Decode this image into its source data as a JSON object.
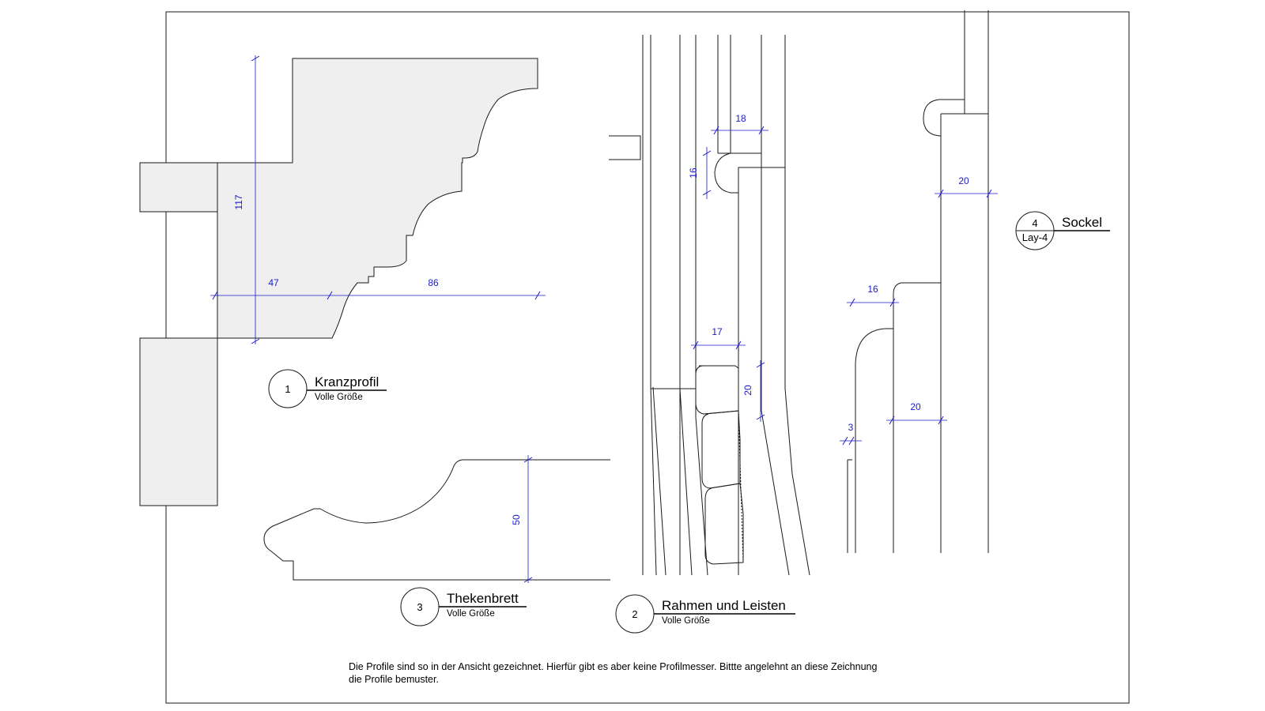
{
  "dimensions": {
    "d117": "117",
    "d47": "47",
    "d86": "86",
    "d50": "50",
    "d18": "18",
    "d16a": "16",
    "d17": "17",
    "d20a": "20",
    "d20b": "20",
    "d16b": "16",
    "d20c": "20",
    "d3": "3"
  },
  "details": [
    {
      "number": "1",
      "title": "Kranzprofil",
      "subtitle": "Volle Größe"
    },
    {
      "number": "2",
      "title": "Rahmen und Leisten",
      "subtitle": "Volle Größe"
    },
    {
      "number": "3",
      "title": "Thekenbrett",
      "subtitle": "Volle Größe"
    },
    {
      "number": "4",
      "title": "Sockel",
      "subtitle": "Lay-4"
    }
  ],
  "note": {
    "line1": "Die Profile sind so in der Ansicht gezeichnet. Hierfür gibt es aber keine Profilmesser. Bittte angelehnt an diese Zeichnung",
    "line2": "die Profile bemuster."
  },
  "colors": {
    "dimension": "#1a1acc",
    "line": "#1a1a1a",
    "fill": "#efefef"
  }
}
